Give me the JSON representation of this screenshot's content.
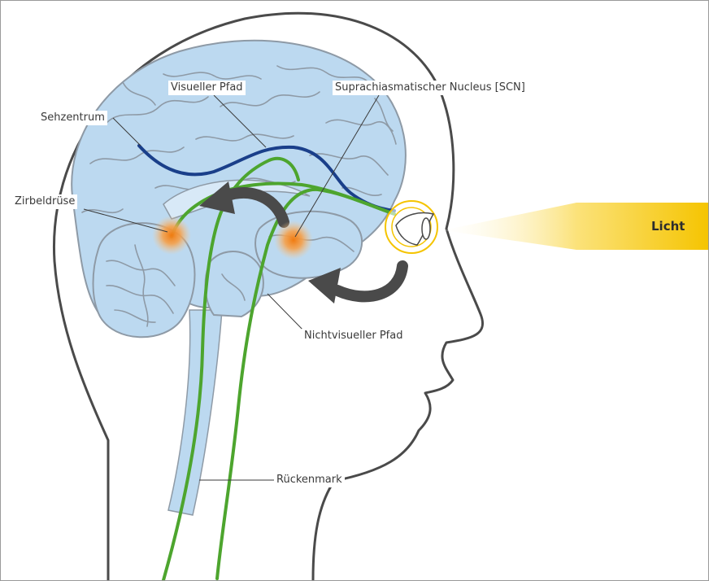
{
  "labels": {
    "visual_path": "Visueller Pfad",
    "scn": "Suprachiasmatischer Nucleus [SCN]",
    "visual_center": "Sehzentrum",
    "pineal_gland": "Zirbeldrüse",
    "nonvisual_path": "Nichtvisueller Pfad",
    "spinal_cord": "Rückenmark",
    "light": "Licht"
  },
  "colors": {
    "brain_fill": "#bcd9f0",
    "brain_outline": "#8e9aa6",
    "visual_path": "#1a3f8a",
    "nonvisual_path": "#4da52e",
    "arrow": "#4a4a4a",
    "light_beam": "#f5c400",
    "glow": "#f28a1e",
    "head_outline": "#4a4a4a"
  },
  "icons": {
    "eye": "eye-icon",
    "arrow_to_pineal": "curved-arrow-icon",
    "arrow_to_scn": "curved-arrow-icon"
  }
}
